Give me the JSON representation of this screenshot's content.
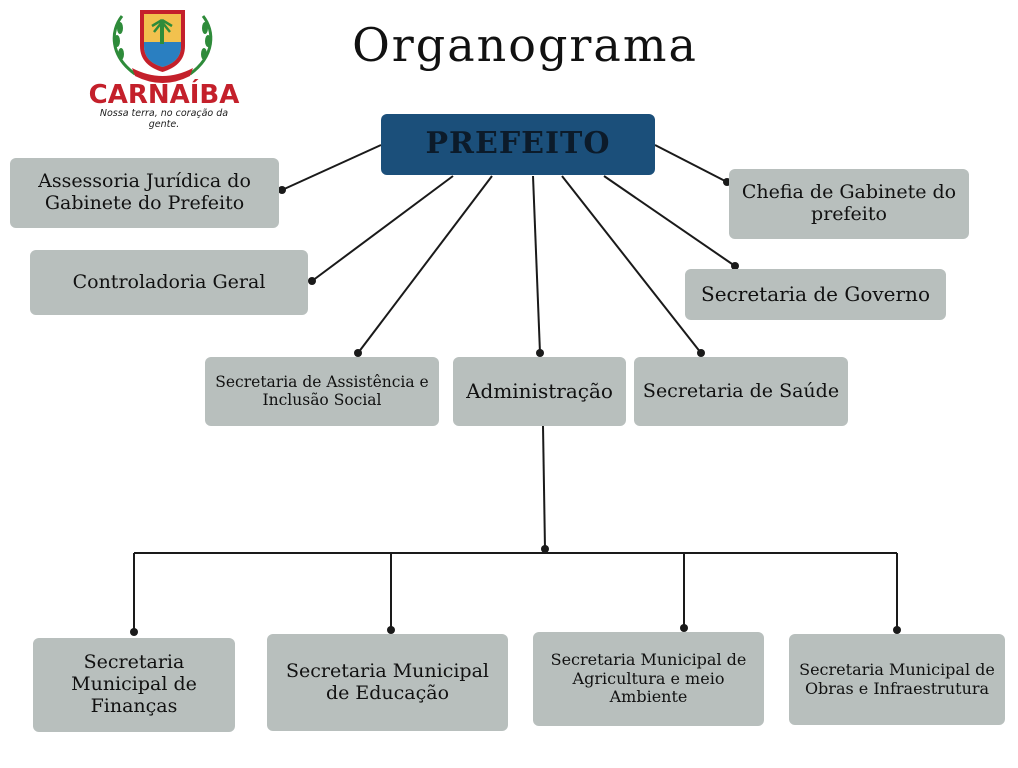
{
  "title": "Organograma",
  "logo": {
    "name": "CARNAÍBA",
    "tagline": "Nossa terra, no coração da gente."
  },
  "nodes": [
    {
      "id": "prefeito",
      "label": "PREFEITO"
    },
    {
      "id": "assessoria",
      "label": "Assessoria Jurídica do Gabinete do Prefeito"
    },
    {
      "id": "controladoria",
      "label": "Controladoria Geral"
    },
    {
      "id": "chefia",
      "label": "Chefia de Gabinete do prefeito"
    },
    {
      "id": "governo",
      "label": "Secretaria de Governo"
    },
    {
      "id": "assistencia",
      "label": "Secretaria de Assistência e Inclusão Social"
    },
    {
      "id": "administracao",
      "label": "Administração"
    },
    {
      "id": "saude",
      "label": "Secretaria de Saúde"
    },
    {
      "id": "financas",
      "label": "Secretaria Municipal de Finanças"
    },
    {
      "id": "educacao",
      "label": "Secretaria Municipal de Educação"
    },
    {
      "id": "agricultura",
      "label": "Secretaria Municipal de Agricultura e meio Ambiente"
    },
    {
      "id": "obras",
      "label": "Secretaria Municipal de Obras e Infraestrutura"
    }
  ],
  "edges": [
    {
      "from": "prefeito",
      "to": "assessoria"
    },
    {
      "from": "prefeito",
      "to": "controladoria"
    },
    {
      "from": "prefeito",
      "to": "chefia"
    },
    {
      "from": "prefeito",
      "to": "governo"
    },
    {
      "from": "prefeito",
      "to": "assistencia"
    },
    {
      "from": "prefeito",
      "to": "administracao"
    },
    {
      "from": "prefeito",
      "to": "saude"
    },
    {
      "from": "administracao",
      "to": "financas"
    },
    {
      "from": "administracao",
      "to": "educacao"
    },
    {
      "from": "administracao",
      "to": "agricultura"
    },
    {
      "from": "administracao",
      "to": "obras"
    }
  ],
  "colors": {
    "root_box": "#1b4f7a",
    "box": "#b8bfbd",
    "line": "#1a1a1a",
    "logo_red": "#c4202b"
  }
}
